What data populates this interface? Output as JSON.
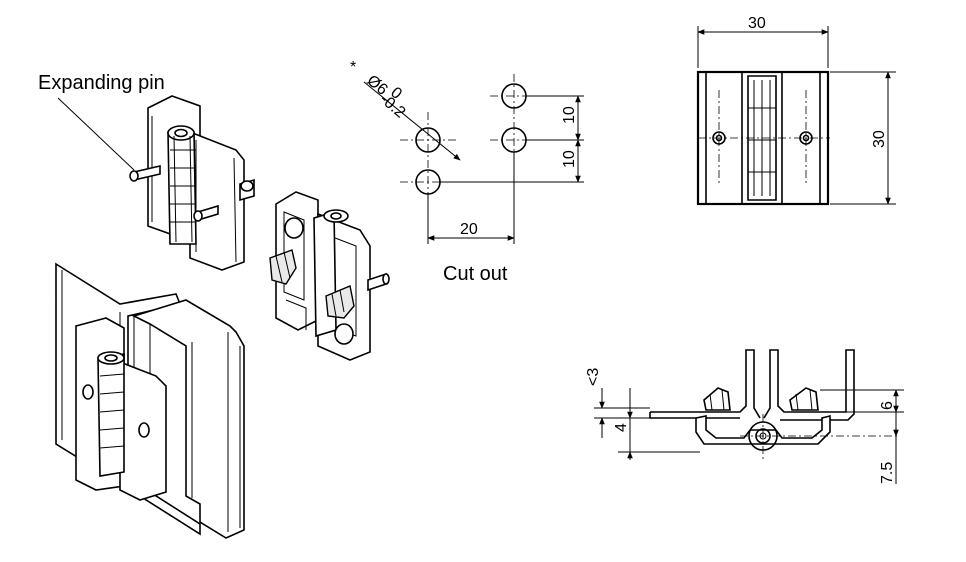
{
  "labels": {
    "expanding_pin": "Expanding pin",
    "cut_out": "Cut out",
    "asterisk": "*",
    "diameter": "Ø6",
    "tol_upper": "0",
    "tol_lower": "-0.2"
  },
  "cutout_dims": {
    "horizontal": "20",
    "vertical_top": "10",
    "vertical_bottom": "10"
  },
  "front_view_dims": {
    "width": "30",
    "height": "30"
  },
  "side_view_dims": {
    "lt3": "<3",
    "four": "4",
    "six": "6",
    "seven_five": "7.5"
  }
}
